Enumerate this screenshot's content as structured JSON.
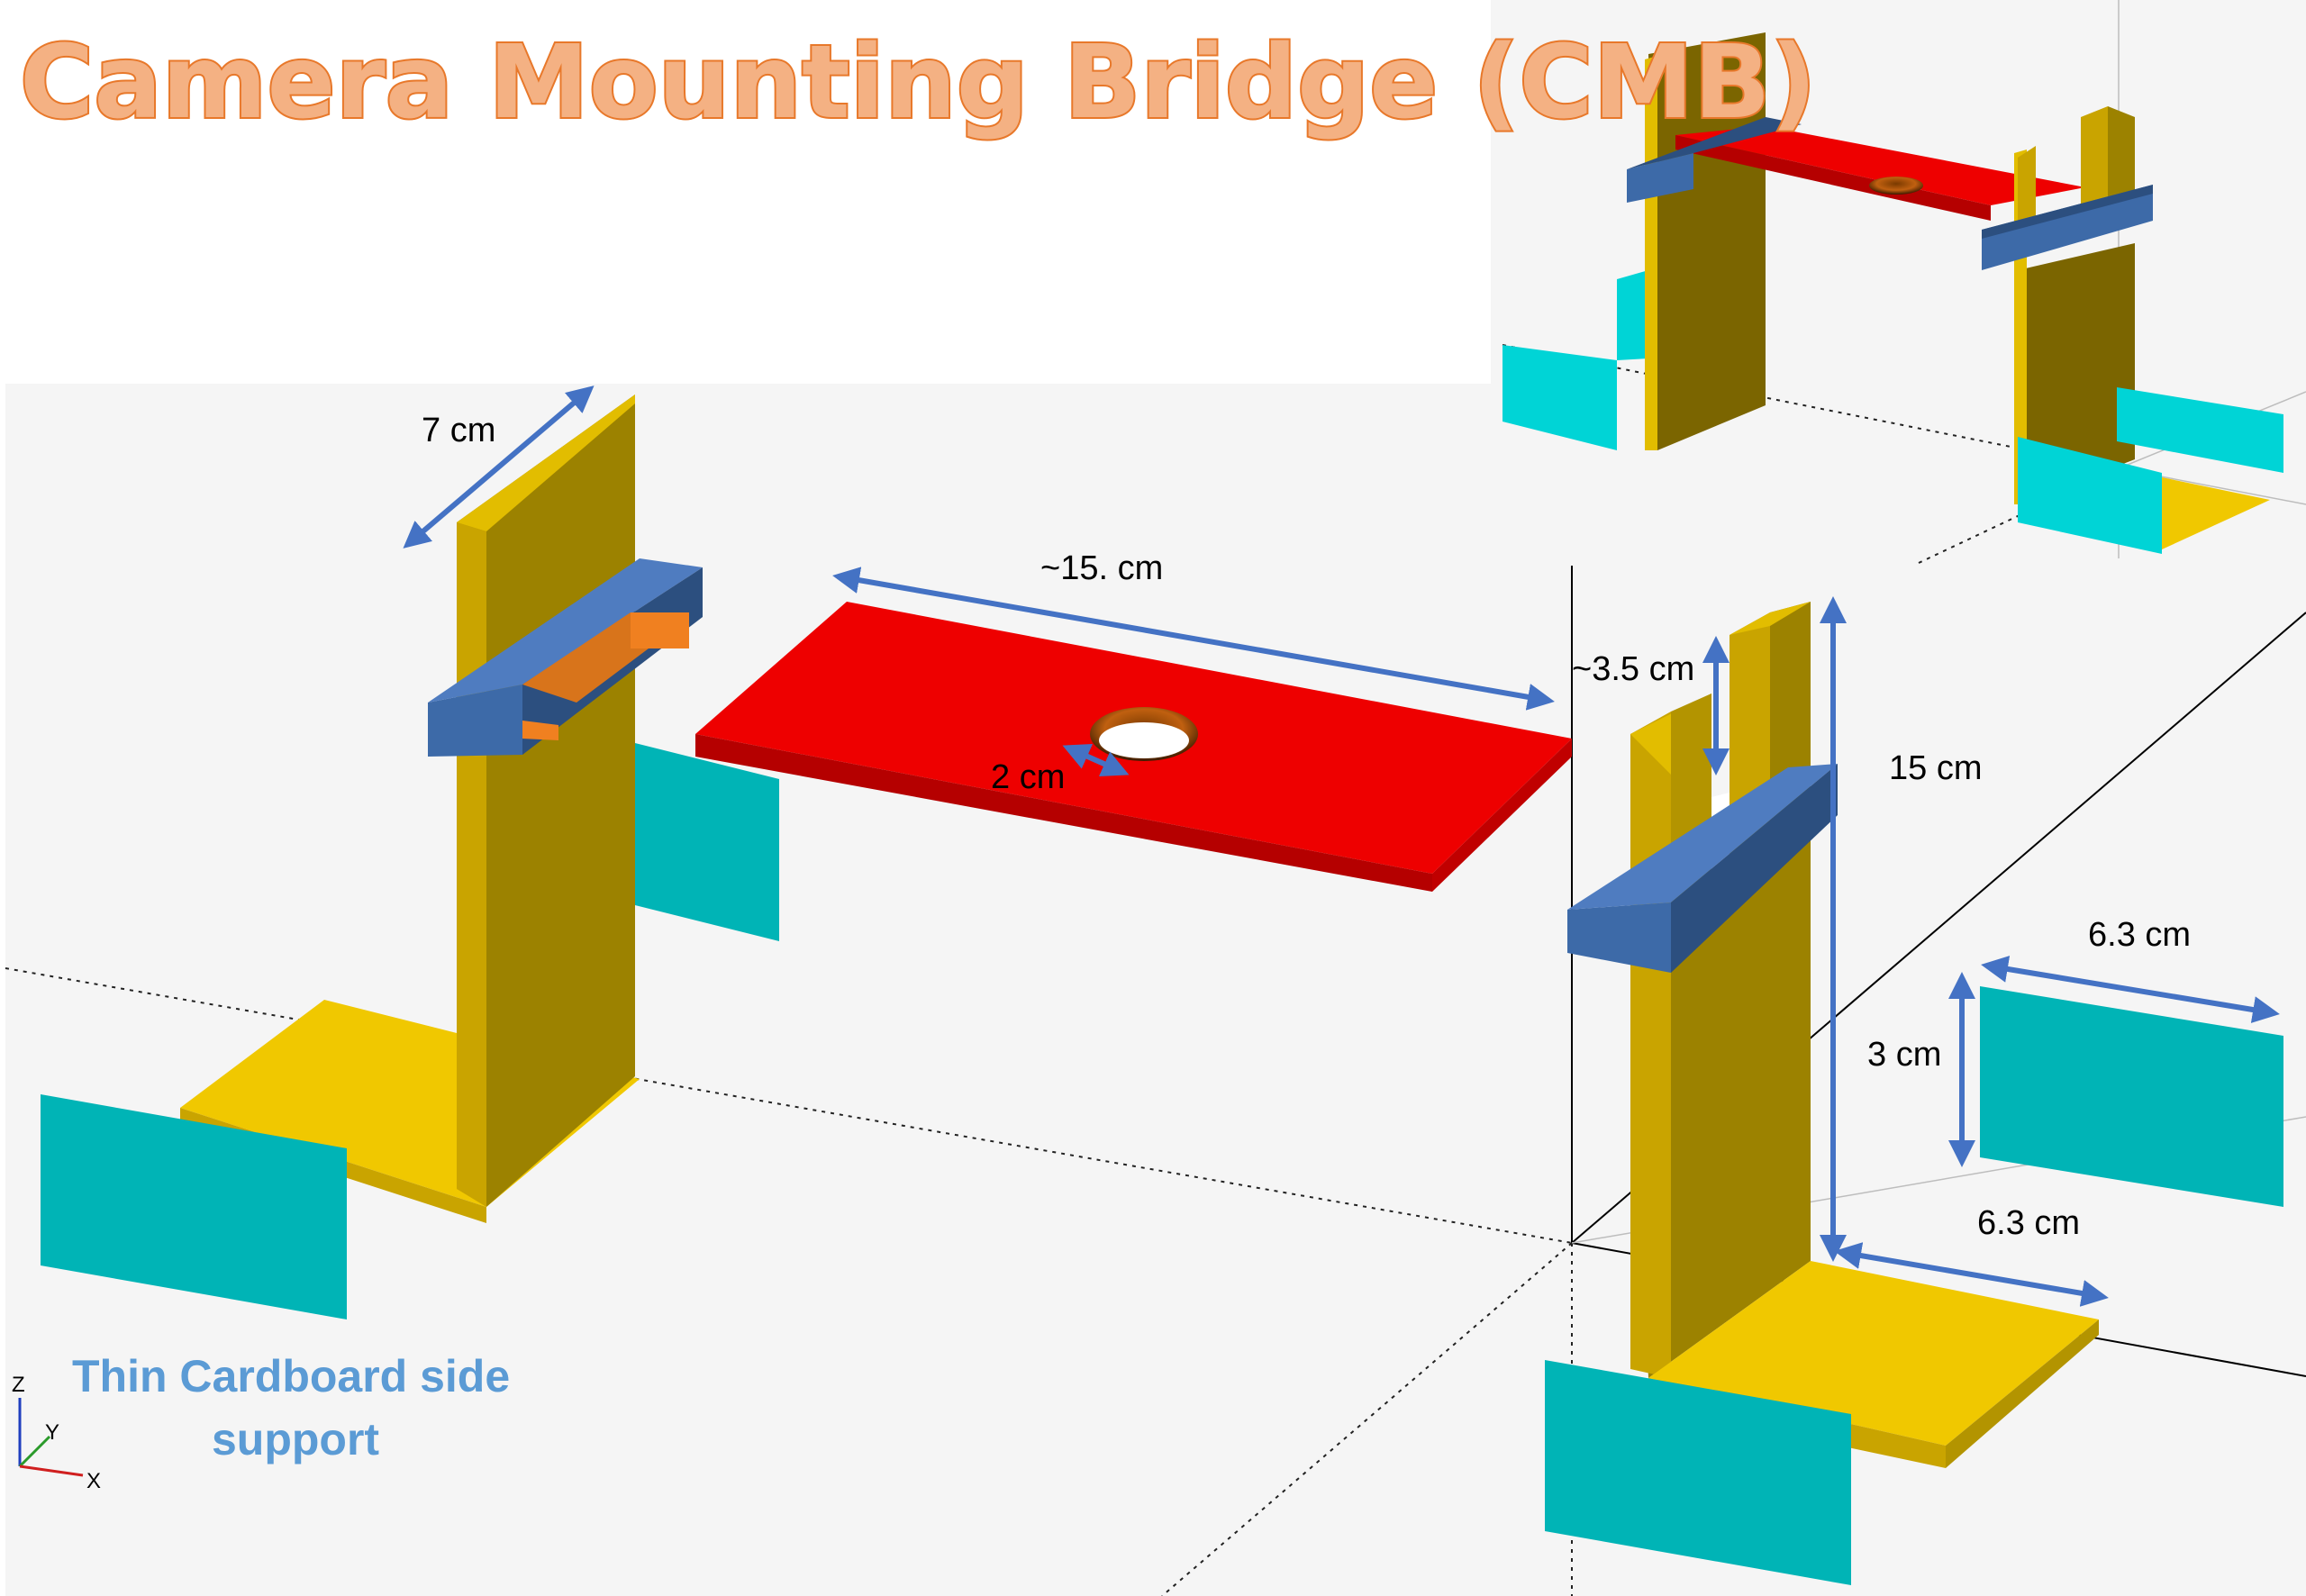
{
  "title": "Camera Mounting Bridge (CMB)",
  "dimensions": {
    "upright_width": "7 cm",
    "bridge_length": "~15. cm",
    "hole_diameter": "2 cm",
    "slot_depth": "~3.5 cm",
    "upright_height": "15 cm",
    "cardboard_width": "6.3 cm",
    "cardboard_height": "3 cm",
    "base_depth": "6.3 cm"
  },
  "caption": {
    "line1": "Thin Cardboard side",
    "line2": "support"
  },
  "axes": {
    "z": "Z",
    "y": "Y",
    "x": "X"
  },
  "colors": {
    "upright": "#C9A400",
    "upright_dark": "#9C8200",
    "bridge": "#EE0000",
    "bridge_dark": "#B50000",
    "clamp": "#3D6AA8",
    "clamp_dark": "#2C4F7F",
    "cardboard": "#00B4B6",
    "cardboard_light": "#00D4D6",
    "base": "#F0C800",
    "title": "#F4B183",
    "title_outline": "#E8782A",
    "dimension_arrow": "#4472C4",
    "caption": "#5B9BD5"
  }
}
